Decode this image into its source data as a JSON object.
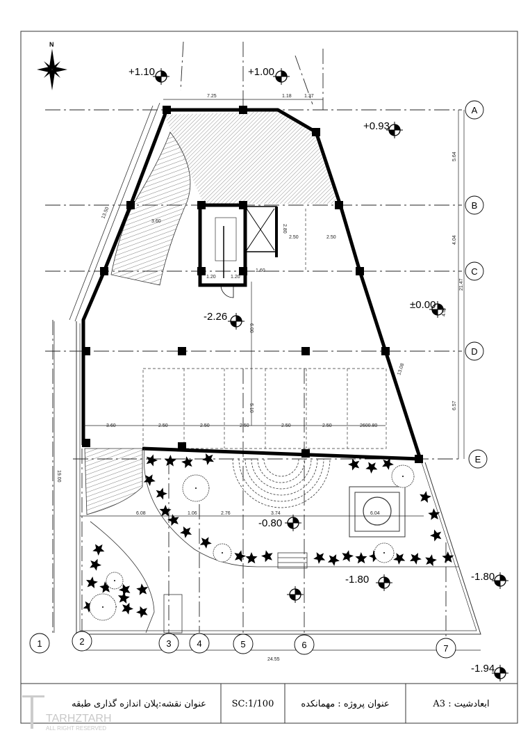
{
  "title_block": {
    "sheet_size": "ابعادشیت : A3",
    "project_title": "عنوان پروژه : مهمانکده",
    "scale": "SC:1/100",
    "drawing_title": "عنوان نقشه:پلان اندازه گذاری طبقه"
  },
  "north_label": "N",
  "grid_rows": [
    "A",
    "B",
    "C",
    "D",
    "E"
  ],
  "grid_cols": [
    "1",
    "2",
    "3",
    "4",
    "5",
    "6",
    "7"
  ],
  "levels": {
    "top_left": "+1.10",
    "top_mid": "+1.00",
    "top_right": "+0.93",
    "right_mid": "±0.00",
    "core": "-2.26",
    "garden": "-0.80",
    "yard": "-1.80",
    "yard_right": "-1.80",
    "corner": "-1.94"
  },
  "dimensions": {
    "top": [
      "7.25",
      "1.18",
      "1.37"
    ],
    "right": [
      "5.64",
      "4.04",
      "4.07",
      "6.57"
    ],
    "right_total": "21.47",
    "left_diagonal": "13.50",
    "right_diagonal": "13.08",
    "left_total": "19.00",
    "bottom_total": "24.55",
    "row": [
      "3.60",
      "2.50",
      "2.50",
      "2.50",
      "2.50",
      "2.50",
      "2600.80"
    ],
    "garden_row": [
      "6.08",
      "1.06",
      "2.76",
      "3.74",
      "6.04"
    ],
    "stair": [
      "1.20",
      "1.20",
      "1.60",
      "2.80",
      "2.50",
      "2.50",
      "3.60",
      "6.00",
      "5.10"
    ]
  },
  "watermark": {
    "brand": "TARHZTARH",
    "rights": "ALL RIGHT RESERVED"
  }
}
